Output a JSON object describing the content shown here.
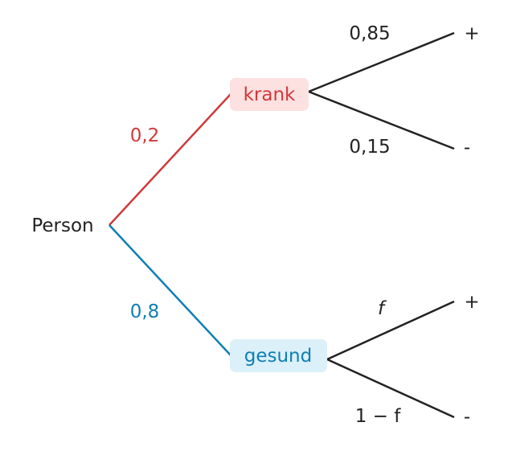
{
  "root": {
    "label": "Person",
    "color": "#222222"
  },
  "branches": [
    {
      "id": "krank",
      "label": "krank",
      "probability": "0,2",
      "color": "#d0393b",
      "fill": "#fde0e0",
      "outcomes": [
        {
          "symbol": "+",
          "probability": "0,85"
        },
        {
          "symbol": "-",
          "probability": "0,15"
        }
      ]
    },
    {
      "id": "gesund",
      "label": "gesund",
      "probability": "0,8",
      "color": "#0f7fb3",
      "fill": "#dbf0f9",
      "outcomes": [
        {
          "symbol": "+",
          "probability": "f"
        },
        {
          "symbol": "-",
          "probability": "1 − f"
        }
      ]
    }
  ],
  "edge_color": "#222222"
}
